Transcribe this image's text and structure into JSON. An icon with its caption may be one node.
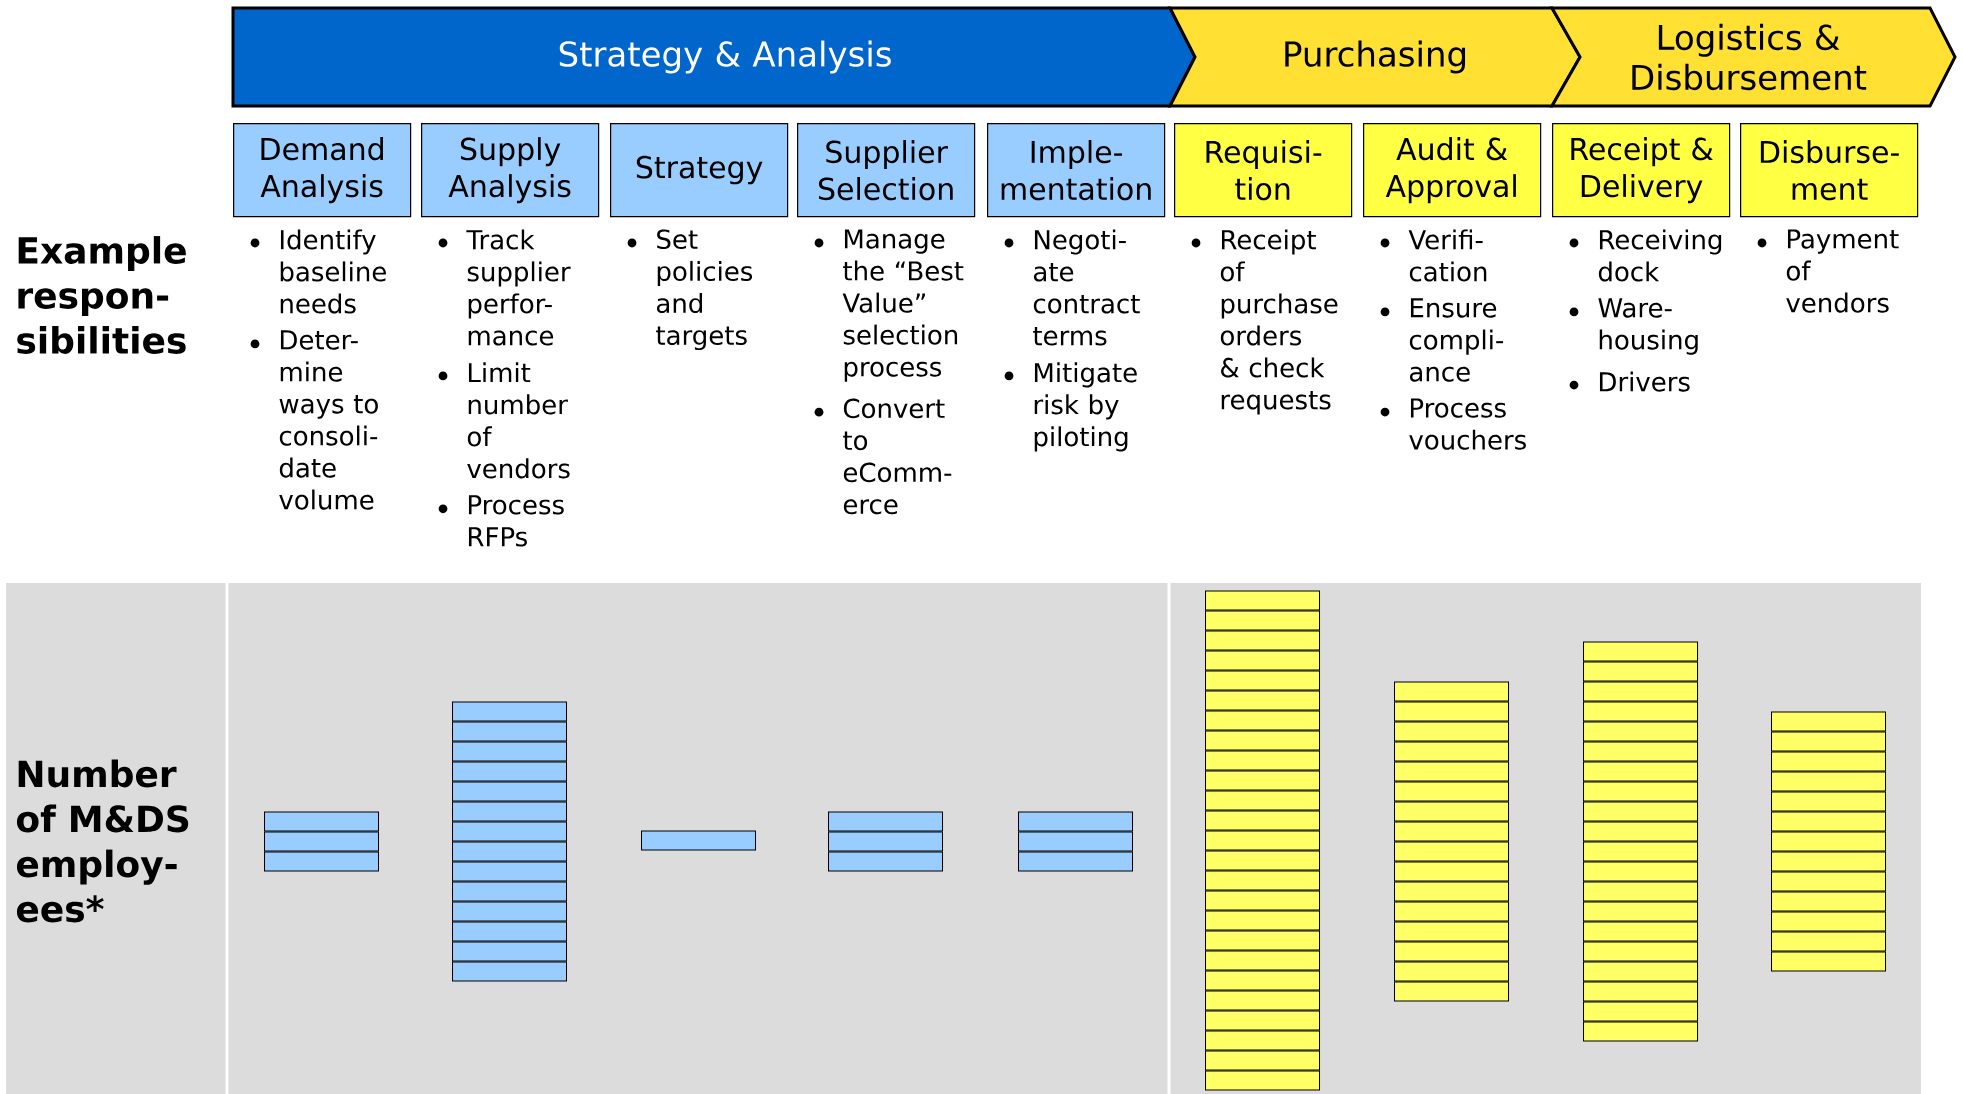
{
  "diagram": {
    "nodes": [
      {
        "text": [
          "Strategy & Analysis"
        ]
      },
      {
        "text": [
          "Purchasing"
        ]
      },
      {
        "text": [
          "Logistics & Disbursement"
        ]
      },
      {
        "text": [
          "Demand Analysis"
        ],
        "beside": [
          "Identify baseline needs",
          "Deter- mine ways to consoli- date volume"
        ]
      },
      {
        "text": [
          "Supply Analysis"
        ],
        "beside": [
          "Track supplier perfor- mance",
          "Limit number of vendors",
          "Process RFPs"
        ]
      },
      {
        "text": [
          "Strategy"
        ],
        "beside": [
          "Set policies and targets"
        ]
      },
      {
        "text": [
          "Supplier Selection"
        ],
        "beside": [
          "Manage the “Best Value” selection process",
          "Convert to eComm- erce"
        ]
      },
      {
        "text": [
          "Imple- mentation"
        ],
        "beside": [
          "Negoti- ate contract terms",
          "Mitigate risk by piloting"
        ]
      },
      {
        "text": [
          "Requisi- tion"
        ],
        "beside": [
          "Receipt of purchase orders & check requests"
        ]
      },
      {
        "text": [
          "Audit & Approval"
        ],
        "beside": [
          "Verifi- cation",
          "Ensure compli- ance",
          "Process vouchers"
        ]
      },
      {
        "text": [
          "Receipt & Delivery"
        ],
        "beside": [
          "Receiving dock",
          "Ware- housing",
          "Drivers"
        ]
      },
      {
        "text": [
          "Disburse- ment"
        ],
        "beside": [
          "Payment of vendors"
        ]
      }
    ],
    "labels": [
      "Example respon- sibilities",
      "Number of M&DS employ- ees*"
    ]
  }
}
